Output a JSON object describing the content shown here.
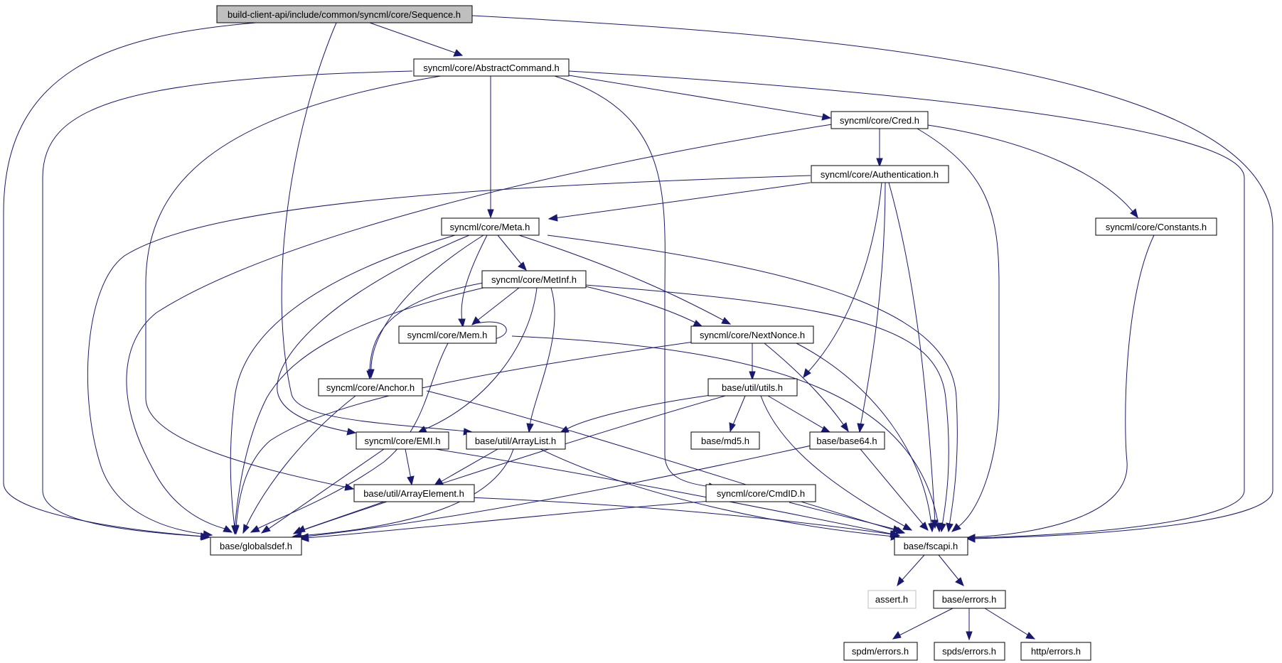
{
  "nodes": {
    "seq": "build-client-api/include/common/syncml/core/Sequence.h",
    "abs": "syncml/core/AbstractCommand.h",
    "cred": "syncml/core/Cred.h",
    "auth": "syncml/core/Authentication.h",
    "const": "syncml/core/Constants.h",
    "meta": "syncml/core/Meta.h",
    "metinf": "syncml/core/MetInf.h",
    "mem": "syncml/core/Mem.h",
    "nonce": "syncml/core/NextNonce.h",
    "utils": "base/util/utils.h",
    "anchor": "syncml/core/Anchor.h",
    "emi": "syncml/core/EMI.h",
    "alist": "base/util/ArrayList.h",
    "md5": "base/md5.h",
    "b64": "base/base64.h",
    "aelem": "base/util/ArrayElement.h",
    "cmdid": "syncml/core/CmdID.h",
    "gdef": "base/globalsdef.h",
    "fscapi": "base/fscapi.h",
    "assert": "assert.h",
    "berr": "base/errors.h",
    "spdm": "spdm/errors.h",
    "spds": "spds/errors.h",
    "http": "http/errors.h"
  }
}
